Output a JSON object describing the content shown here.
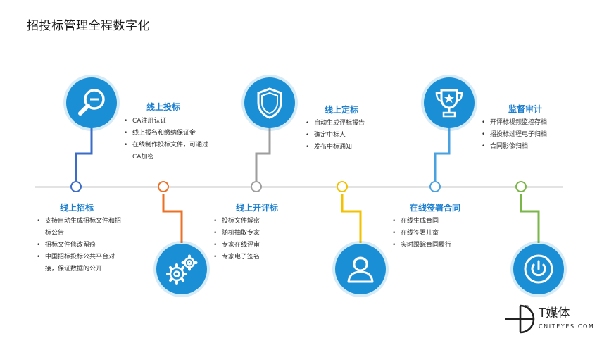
{
  "title": "招投标管理全程数字化",
  "stages": [
    {
      "id": "s1",
      "title": "线上招标",
      "items": [
        "支持自动生成招标文件和招标公告",
        "招标文件修改留痕",
        "中国招标投标公共平台对接，保证数据的公开"
      ],
      "icon": "search-document-icon",
      "node_color": "#3b6cc8"
    },
    {
      "id": "s2",
      "title": "线上投标",
      "items": [
        "CA注册认证",
        "线上报名和缴纳保证金",
        "在线制作投标文件，可通过CA加密"
      ],
      "icon": "gears-icon",
      "node_color": "#ea7125"
    },
    {
      "id": "s3",
      "title": "线上开评标",
      "items": [
        "投标文件解密",
        "随机抽取专家",
        "专家在线评审",
        "专家电子签名"
      ],
      "icon": "shield-icon",
      "node_color": "#9e9e9e"
    },
    {
      "id": "s4",
      "title": "线上定标",
      "items": [
        "自动生成评标报告",
        "确定中标人",
        "发布中标通知"
      ],
      "icon": "person-icon",
      "node_color": "#f2c200"
    },
    {
      "id": "s5",
      "title": "在线签署合同",
      "items": [
        "在线生成合同",
        "在线签署儿童",
        "实时跟踪合同履行"
      ],
      "icon": "trophy-icon",
      "node_color": "#4aa1e0"
    },
    {
      "id": "s6",
      "title": "监督审计",
      "items": [
        "开评标视频监控存档",
        "招投标过程电子归档",
        "合同影像归档"
      ],
      "icon": "power-icon",
      "node_color": "#7ab648"
    }
  ],
  "colors": {
    "circle": "#1b8fd6",
    "heading": "#1b7fd0",
    "timeline": "#e3e3e3"
  },
  "logo": {
    "cn": "T媒体",
    "en": "CNITEYES.COM",
    "mark": "TM"
  }
}
